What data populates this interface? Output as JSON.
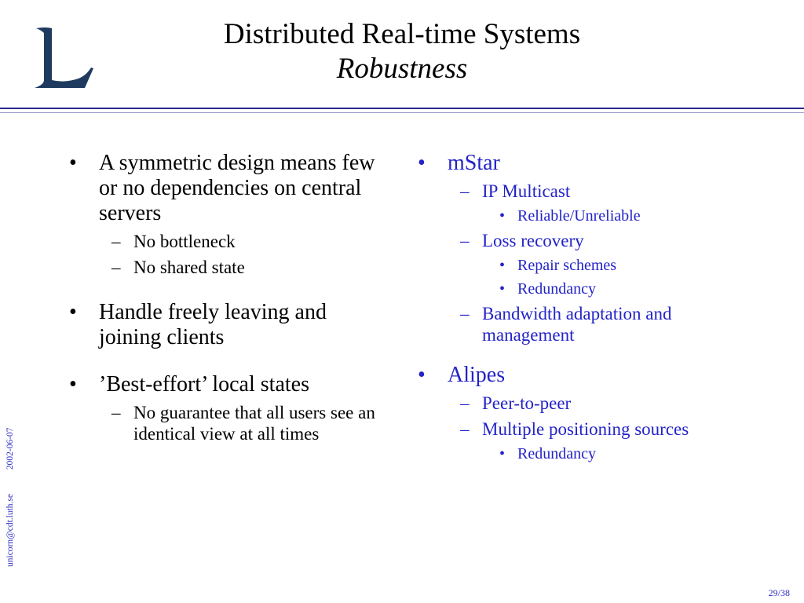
{
  "header": {
    "title": "Distributed Real-time Systems",
    "subtitle": "Robustness"
  },
  "sidebar": {
    "email": "unicorn@cdt.luth.se",
    "date": "2002-06-07"
  },
  "left_column": {
    "b1_text": "A symmetric design means few or no dependencies on central servers",
    "b1_sub1": "No bottleneck",
    "b1_sub2": "No shared state",
    "b2_text": "Handle freely leaving and joining clients",
    "b3_text": "’Best-effort’ local states",
    "b3_sub1": "No guarantee that all users see an identical view at all times"
  },
  "right_column": {
    "mstar_text": "mStar",
    "mstar_sub1": "IP Multicast",
    "mstar_sub1_item1": "Reliable/Unreliable",
    "mstar_sub2": "Loss recovery",
    "mstar_sub2_item1": "Repair schemes",
    "mstar_sub2_item2": "Redundancy",
    "mstar_sub3": "Bandwidth adaptation and management",
    "alipes_text": "Alipes",
    "alipes_sub1": "Peer-to-peer",
    "alipes_sub2": "Multiple positioning sources",
    "alipes_sub2_item1": "Redundancy"
  },
  "footer": {
    "page": "29/38"
  },
  "colors": {
    "accent": "#2323c8",
    "logo": "#1e3a5f"
  },
  "glyphs": {
    "bullet": "•",
    "dash": "–"
  }
}
